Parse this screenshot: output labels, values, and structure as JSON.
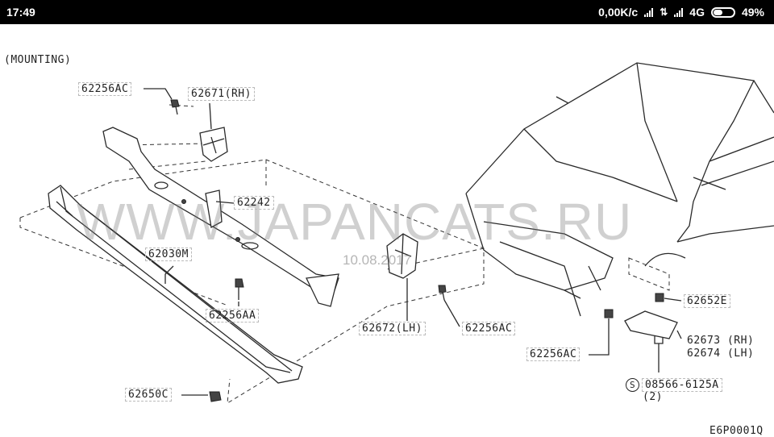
{
  "status_bar": {
    "time": "17:49",
    "network_speed": "0,00K/c",
    "network_type": "4G",
    "battery_percent": "49%",
    "battery_level": 0.49
  },
  "diagram": {
    "section_title": "(MOUNTING)",
    "watermark": "WWW.JAPANCATS.RU",
    "date_stamp": "10.08.2017",
    "figure_code": "E6P0001Q",
    "labels": {
      "p62256ac_top": "62256AC",
      "p62671": "62671(RH)",
      "p62242": "62242",
      "p62030m": "62030M",
      "p62256aa": "62256AA",
      "p62650c": "62650C",
      "p62672": "62672(LH)",
      "p62256ac_mid": "62256AC",
      "p62256ac_low": "62256AC",
      "p62652e": "62652E",
      "p62673": "62673 (RH)",
      "p62674": "62674 (LH)",
      "p08566_symbol": "S",
      "p08566": "08566-6125A",
      "p08566_qty": "(2)"
    }
  }
}
